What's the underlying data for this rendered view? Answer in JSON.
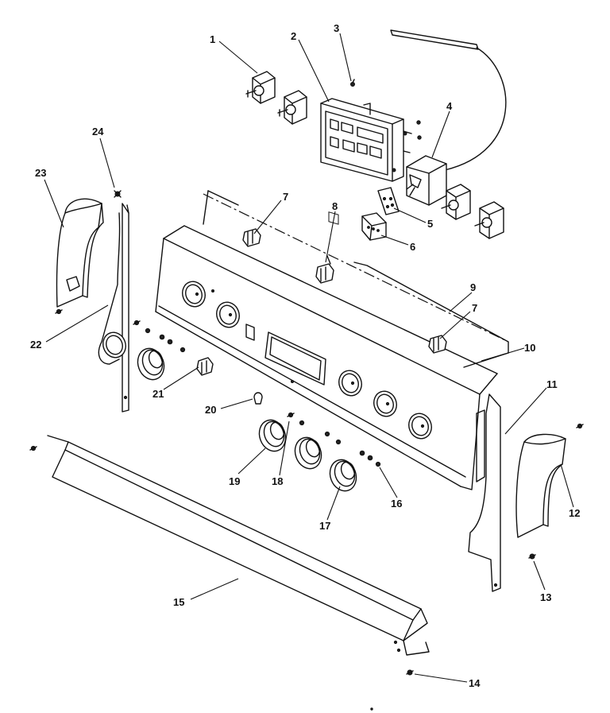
{
  "callouts": [
    {
      "id": "1",
      "label": "1"
    },
    {
      "id": "2",
      "label": "2"
    },
    {
      "id": "3",
      "label": "3"
    },
    {
      "id": "4",
      "label": "4"
    },
    {
      "id": "5",
      "label": "5"
    },
    {
      "id": "6",
      "label": "6"
    },
    {
      "id": "7a",
      "label": "7"
    },
    {
      "id": "7b",
      "label": "7"
    },
    {
      "id": "8",
      "label": "8"
    },
    {
      "id": "9",
      "label": "9"
    },
    {
      "id": "10",
      "label": "10"
    },
    {
      "id": "11",
      "label": "11"
    },
    {
      "id": "12",
      "label": "12"
    },
    {
      "id": "13",
      "label": "13"
    },
    {
      "id": "14",
      "label": "14"
    },
    {
      "id": "15",
      "label": "15"
    },
    {
      "id": "16",
      "label": "16"
    },
    {
      "id": "17",
      "label": "17"
    },
    {
      "id": "18",
      "label": "18"
    },
    {
      "id": "19",
      "label": "19"
    },
    {
      "id": "20",
      "label": "20"
    },
    {
      "id": "21",
      "label": "21"
    },
    {
      "id": "22",
      "label": "22"
    },
    {
      "id": "23",
      "label": "23"
    },
    {
      "id": "24",
      "label": "24"
    }
  ]
}
